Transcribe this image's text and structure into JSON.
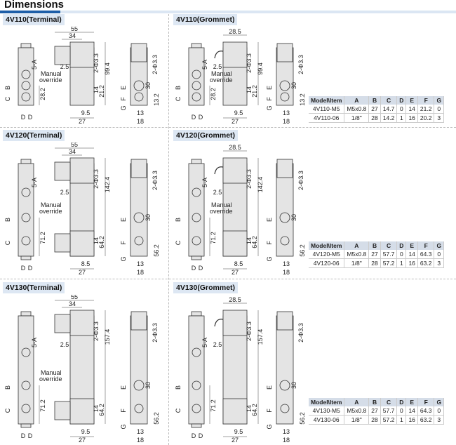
{
  "header": {
    "title": "Dimensions"
  },
  "colors": {
    "accent": "#1d5ea8",
    "tab_bg": "#dde7f3"
  },
  "panels": [
    {
      "title": "4V110(Terminal)",
      "labels": {
        "w1": "55",
        "w2": "34",
        "port": "5-A",
        "b": "B",
        "c": "C",
        "d1": "D",
        "d2": "D",
        "side": "28.2",
        "m1": "Manual",
        "m2": "override",
        "off": "2.5",
        "holes": "2-Φ3.3",
        "total": "99.4",
        "h14": "14",
        "low": "21.2",
        "w95": "9.5",
        "w27": "27",
        "e": "E",
        "f": "F",
        "g": "G",
        "h30": "30",
        "rlow": "13.2",
        "w13": "13",
        "w18": "18",
        "rholes": "2-Φ3.3"
      }
    },
    {
      "title": "4V110(Grommet)",
      "labels": {
        "w1": "28.5",
        "port": "5-A",
        "b": "B",
        "c": "C",
        "d1": "D",
        "d2": "D",
        "side": "28.2",
        "m1": "Manual",
        "m2": "override",
        "off": "2.5",
        "holes": "2-Φ3.3",
        "total": "99.4",
        "h14": "14",
        "low": "21.2",
        "w95": "9.5",
        "w27": "27",
        "e": "E",
        "f": "F",
        "g": "G",
        "h30": "30",
        "rlow": "13.2",
        "w13": "13",
        "w18": "18",
        "rholes": "2-Φ3.3"
      }
    },
    {
      "title": "4V120(Terminal)",
      "labels": {
        "w1": "55",
        "w2": "34",
        "port": "5-A",
        "b": "B",
        "c": "C",
        "d1": "D",
        "d2": "D",
        "side": "71.2",
        "m1": "Manual",
        "m2": "override",
        "off": "2.5",
        "holes": "2-Φ3.3",
        "total": "142.4",
        "h14": "14",
        "low": "64.2",
        "w95": "8.5",
        "w27": "27",
        "e": "E",
        "f": "F",
        "g": "G",
        "h30": "30",
        "rlow": "56.2",
        "w13": "13",
        "w18": "18",
        "rholes": "2-Φ3.3"
      }
    },
    {
      "title": "4V120(Grommet)",
      "labels": {
        "w1": "28.5",
        "port": "5-A",
        "b": "B",
        "c": "C",
        "d1": "D",
        "d2": "D",
        "side": "71.2",
        "m1": "Manual",
        "m2": "override",
        "off": "2.5",
        "holes": "2-Φ3.3",
        "total": "142.4",
        "h14": "14",
        "low": "64.2",
        "w95": "8.5",
        "w27": "27",
        "e": "E",
        "f": "F",
        "g": "G",
        "h30": "30",
        "rlow": "56.2",
        "w13": "13",
        "w18": "18",
        "rholes": "2-Φ3.3"
      }
    },
    {
      "title": "4V130(Terminal)",
      "labels": {
        "w1": "55",
        "w2": "34",
        "port": "5-A",
        "b": "B",
        "c": "C",
        "d1": "D",
        "d2": "D",
        "side": "71.2",
        "m1": "Manual",
        "m2": "override",
        "off": "2.5",
        "holes": "2-Φ3.3",
        "total": "157.4",
        "h14": "14",
        "low": "64.2",
        "w95": "9.5",
        "w27": "27",
        "e": "E",
        "f": "F",
        "g": "G",
        "h30": "30",
        "rlow": "56.2",
        "w13": "13",
        "w18": "18",
        "rholes": "2-Φ3.3"
      }
    },
    {
      "title": "4V130(Grommet)",
      "labels": {
        "w1": "28.5",
        "port": "5-A",
        "b": "B",
        "c": "C",
        "d1": "D",
        "d2": "D",
        "side": "71.2",
        "m1": "",
        "m2": "",
        "off": "2.5",
        "holes": "2-Φ3.3",
        "total": "157.4",
        "h14": "14",
        "low": "64.2",
        "w95": "9.5",
        "w27": "27",
        "e": "E",
        "f": "F",
        "g": "G",
        "h30": "30",
        "rlow": "56.2",
        "w13": "13",
        "w18": "18",
        "rholes": "2-Φ3.3"
      }
    }
  ],
  "tables": [
    {
      "headers": [
        "Model\\Item",
        "A",
        "B",
        "C",
        "D",
        "E",
        "F",
        "G"
      ],
      "rows": [
        [
          "4V110-M5",
          "M5x0.8",
          "27",
          "14.7",
          "0",
          "14",
          "21.2",
          "0"
        ],
        [
          "4V110-06",
          "1/8\"",
          "28",
          "14.2",
          "1",
          "16",
          "20.2",
          "3"
        ]
      ]
    },
    {
      "headers": [
        "Model\\Item",
        "A",
        "B",
        "C",
        "D",
        "E",
        "F",
        "G"
      ],
      "rows": [
        [
          "4V120-M5",
          "M5x0.8",
          "27",
          "57.7",
          "0",
          "14",
          "64.3",
          "0"
        ],
        [
          "4V120-06",
          "1/8\"",
          "28",
          "57.2",
          "1",
          "16",
          "63.2",
          "3"
        ]
      ]
    },
    {
      "headers": [
        "Model\\Item",
        "A",
        "B",
        "C",
        "D",
        "E",
        "F",
        "G"
      ],
      "rows": [
        [
          "4V130-M5",
          "M5x0.8",
          "27",
          "57.7",
          "0",
          "14",
          "64.3",
          "0"
        ],
        [
          "4V130-06",
          "1/8\"",
          "28",
          "57.2",
          "1",
          "16",
          "63.2",
          "3"
        ]
      ]
    }
  ]
}
